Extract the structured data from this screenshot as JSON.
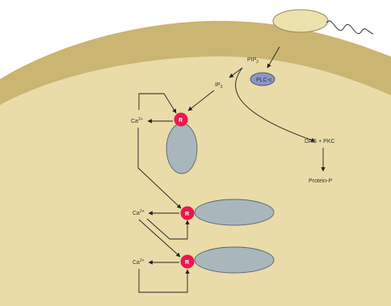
{
  "colors": {
    "cytoplasm": "#e9dca8",
    "membrane": "#cbb572",
    "receptor": "#e8194f",
    "organelle": "#a9b6bb",
    "plc": "#8c95c7",
    "line": "#222222"
  },
  "labels": {
    "pip2_main": "PIP",
    "pip2_sub": "2",
    "ip3_main": "IP",
    "ip3_sub": "3",
    "plc": "PLC-c",
    "dag_pkc": "DAG + PKC",
    "protein_p": "Protein-P",
    "ca_main": "Ca",
    "ca_sup": "2+",
    "receptor": "R"
  }
}
